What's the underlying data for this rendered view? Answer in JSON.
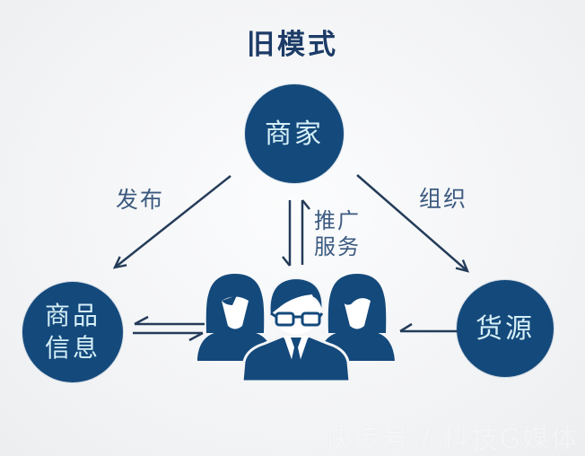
{
  "title": "旧模式",
  "nodes": {
    "merchant": {
      "label": "商家"
    },
    "product_info": {
      "line1": "商品",
      "line2": "信息"
    },
    "supply": {
      "label": "货源"
    }
  },
  "edges": {
    "publish": {
      "label": "发布",
      "from": "merchant",
      "to": "product_info"
    },
    "organize": {
      "label": "组织",
      "from": "merchant",
      "to": "supply"
    },
    "promote": {
      "line1": "推广",
      "line2": "服务",
      "between": [
        "merchant",
        "consumers"
      ]
    },
    "product_exchange": {
      "between": [
        "consumers",
        "product_info"
      ]
    },
    "supply_to_consumers": {
      "from": "supply",
      "to": "consumers"
    }
  },
  "icons": {
    "center": "business-team-icon"
  },
  "colors": {
    "node_fill": "#14497b",
    "node_text": "#d5eff8",
    "line": "#243c59",
    "label_text": "#3c5a80",
    "title_text": "#1c3b67",
    "background": "#f3f4f6",
    "watermark_text": "rgba(255,255,255,0.55)"
  },
  "watermark": {
    "text": "快传号 / 科技G媒体"
  }
}
